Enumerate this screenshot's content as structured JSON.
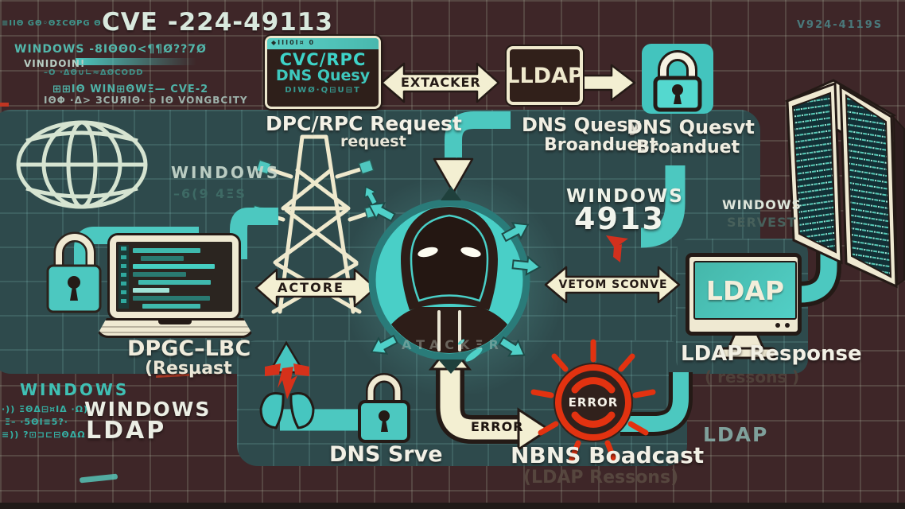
{
  "colors": {
    "teal": "#4cc8c0",
    "cream": "#f3efd2",
    "maroon_bg": "#3e2628",
    "teal_bg": "#2e4a4c",
    "red": "#e23210",
    "dark": "#241a16"
  },
  "header": {
    "title": "CVE -224-49113",
    "corner_code": "V924-4119S"
  },
  "top_left_code": [
    "≡IIΘ GΘ◦ΘΣCΘΡG Θ",
    "WINDOWS -8IΘΘ0<¶¶Ø??7Ø",
    "VINIDOIN!",
    "–O ·ΔΘ∪∟≈ΔØCODD",
    "⊞⊞IΘ WIN⊞ΘWΞ— CVE-2",
    "IΘΦ ·Δ> ЗCUЯIΘ· o IΘ VONGBCITY"
  ],
  "rpc_box": {
    "tab": "◆III0I¤ 0",
    "line1": "CVC/RPC",
    "line2": "DNS Quesy",
    "line3": "DIWØ·Q⊟U⊟T",
    "label": "DPC/RPC Request",
    "sublabel": "request"
  },
  "arrows": {
    "extacker": "EXTACKER",
    "actore": "ACTORE",
    "vetom": "VETOM SCONVE",
    "error": "ERROR"
  },
  "lldap_box": {
    "label": "LLDAP",
    "caption_line1": "DNS Quesy",
    "caption_line2": "Broanduest"
  },
  "lock_top": {
    "caption_line1": "DNS Quesvt",
    "caption_line2": "Broanduet"
  },
  "windows_left": {
    "label": "WINDOWS",
    "sublabel": "–6(9 4ΞS"
  },
  "windows_4913": {
    "label": "WINDOWS",
    "number": "4913"
  },
  "windows_server": {
    "label": "WINDOWS",
    "sublabel": "SERVEST"
  },
  "attacker": {
    "chest_text": "ATACKΞR"
  },
  "laptop": {
    "label_line1": "DPGC–LBC",
    "label_line2": "(Resµast"
  },
  "monitor": {
    "screen_label": "LDAP",
    "label": "LDAP Response",
    "sublabel": "( ressons )"
  },
  "dns_server": {
    "label": "DNS Srve"
  },
  "error_burst": {
    "label": "ERROR"
  },
  "nbns": {
    "label": "NBNS Boadcast",
    "sublabel": "(LDAP Ressons)"
  },
  "windows_ldap": {
    "teal_label": "WINDOWS",
    "line1": "WINDOWS",
    "line2": "LDAP",
    "glyphs": [
      "·))  ΞΘΔ⊟¤IΔ  ·Ω)",
      "Ξ–  ·5ΘI≡5?·",
      "≡))  ?⊡⊐⊏⊟ΘΔΩ"
    ]
  },
  "ldap_bottom": {
    "label": "LDAP"
  }
}
